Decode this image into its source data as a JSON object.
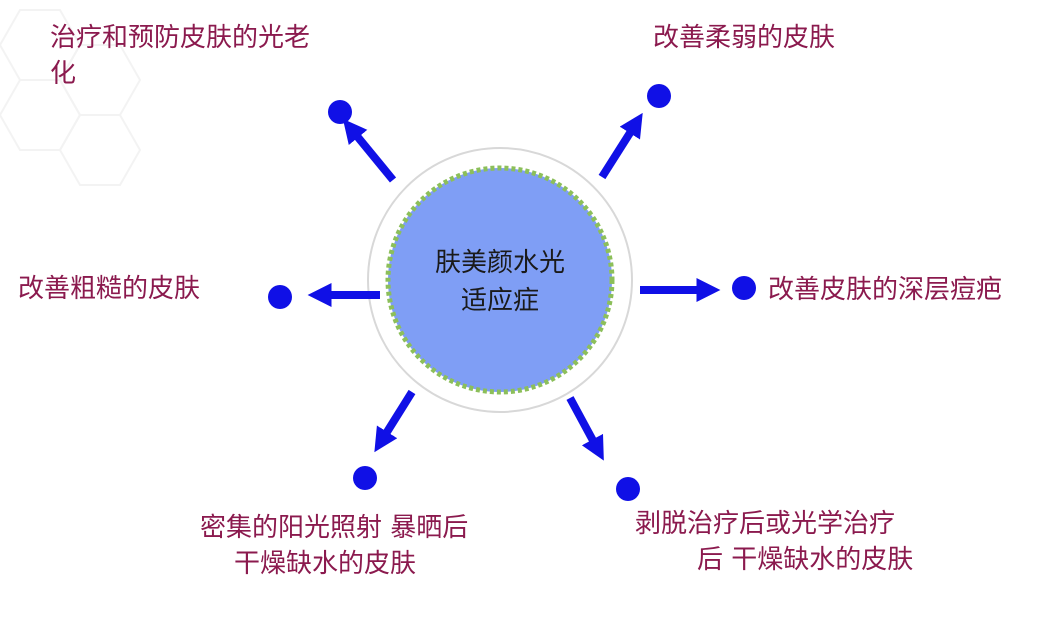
{
  "colors": {
    "label_text": "#8b1a4e",
    "center_text": "#1a1a1a",
    "center_fill": "#7f9ef5",
    "center_border": "#8cbf5a",
    "arrow": "#1010e6",
    "dot": "#1010e6",
    "background_hex": "#f3f3f3"
  },
  "center": {
    "line1": "肤美颜水光",
    "line2": "适应症"
  },
  "labels": {
    "top_left": {
      "line1": "治疗和预防皮肤的光老",
      "line2": "化"
    },
    "top_right": {
      "line1": "改善柔弱的皮肤"
    },
    "left": {
      "line1": "改善粗糙的皮肤"
    },
    "right": {
      "line1": "改善皮肤的深层痘疤"
    },
    "bottom_left": {
      "line1": "密集的阳光照射 暴晒后",
      "line2": "干燥缺水的皮肤"
    },
    "bottom_right": {
      "line1": "剥脱治疗后或光学治疗",
      "line2": "后 干燥缺水的皮肤"
    }
  }
}
